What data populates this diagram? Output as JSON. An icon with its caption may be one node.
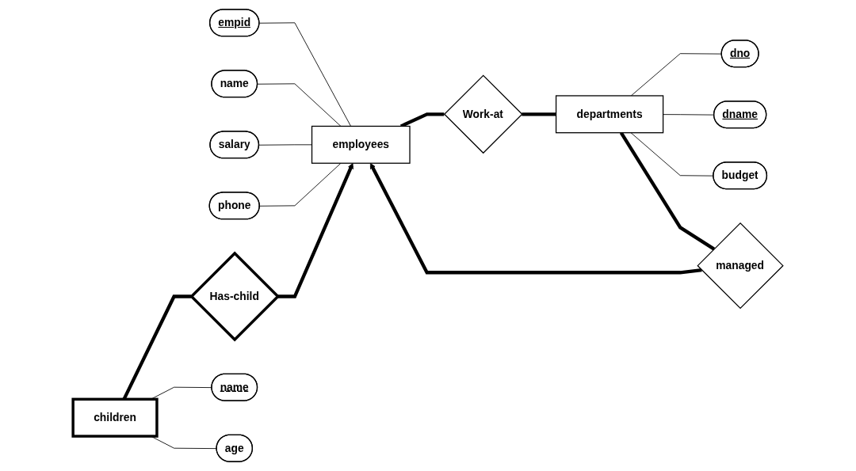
{
  "diagram": {
    "nodes": [
      {
        "text": [
          "empid"
        ]
      },
      {
        "text": [
          "name"
        ]
      },
      {
        "text": [
          "salary"
        ]
      },
      {
        "text": [
          "phone"
        ]
      },
      {
        "text": [
          "employees"
        ]
      },
      {
        "text": [
          "Work-at"
        ]
      },
      {
        "text": [
          "departments"
        ]
      },
      {
        "text": [
          "dno"
        ]
      },
      {
        "text": [
          "dname"
        ]
      },
      {
        "text": [
          "budget"
        ]
      },
      {
        "text": [
          "managed"
        ]
      },
      {
        "text": [
          "Has-child"
        ]
      },
      {
        "text": [
          "children"
        ]
      },
      {
        "text": [
          "name"
        ]
      },
      {
        "text": [
          "age"
        ]
      }
    ],
    "edges": [
      {
        "from": 0,
        "to": 4,
        "arrow": "none"
      },
      {
        "from": 1,
        "to": 4,
        "arrow": "none"
      },
      {
        "from": 2,
        "to": 4,
        "arrow": "none"
      },
      {
        "from": 3,
        "to": 4,
        "arrow": "none"
      },
      {
        "from": 4,
        "to": 5,
        "arrow": "none",
        "style": "thick"
      },
      {
        "from": 5,
        "to": 6,
        "arrow": "none",
        "style": "thick"
      },
      {
        "from": 6,
        "to": 7,
        "arrow": "none"
      },
      {
        "from": 6,
        "to": 8,
        "arrow": "none"
      },
      {
        "from": 6,
        "to": 9,
        "arrow": "none"
      },
      {
        "from": 10,
        "to": 4,
        "arrow": "to",
        "style": "thick"
      },
      {
        "from": 6,
        "to": 10,
        "arrow": "none",
        "style": "thick"
      },
      {
        "from": 11,
        "to": 4,
        "arrow": "to",
        "style": "thick"
      },
      {
        "from": 12,
        "to": 11,
        "arrow": "none",
        "style": "thick"
      },
      {
        "from": 12,
        "to": 13,
        "arrow": "none"
      },
      {
        "from": 12,
        "to": 14,
        "arrow": "none"
      }
    ]
  }
}
